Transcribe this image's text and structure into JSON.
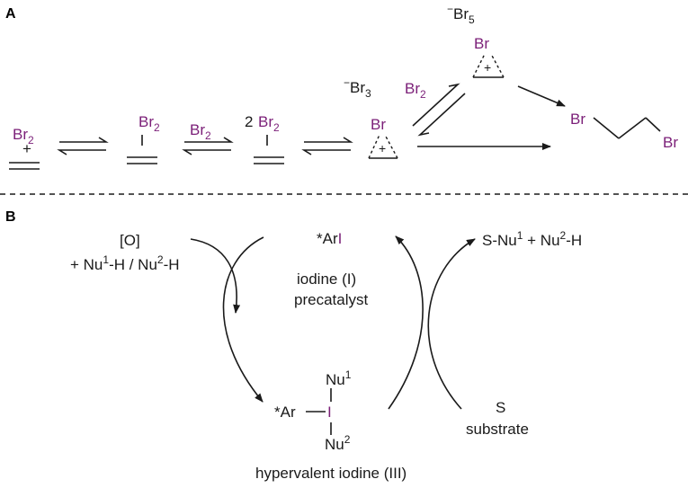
{
  "panels": {
    "a": "A",
    "b": "B"
  },
  "scheme_a": {
    "br2_plus_br": "Br",
    "br2_plus_sub": "2",
    "plus": "+",
    "pi1_br": "Br",
    "pi1_sub": "2",
    "arrow1_reagent_br": "Br",
    "arrow1_reagent_sub": "2",
    "pi2_coef": "2",
    "pi2_br": "Br",
    "pi2_sub": "2",
    "tribromide_minus": "−",
    "tribromide_br": "Br",
    "tribromide_sub": "3",
    "bromonium1_br": "Br",
    "bromonium1_plus": "+",
    "arrow_up_reagent_br": "Br",
    "arrow_up_reagent_sub": "2",
    "pentabromide_minus": "−",
    "pentabromide_br": "Br",
    "pentabromide_sub": "5",
    "bromonium2_br": "Br",
    "bromonium2_plus": "+",
    "product_br_left": "Br",
    "product_br_right": "Br"
  },
  "scheme_b": {
    "oxidant": "[O]",
    "nucleophiles_prefix": "+ Nu",
    "nu1_sup": "1",
    "nucleophiles_mid": "-H / Nu",
    "nu2_sup": "2",
    "nucleophiles_suffix": "-H",
    "precat_ar": "*Ar",
    "precat_i": "I",
    "precat_label_1": "iodine (I)",
    "precat_label_2": "precatalyst",
    "product_prefix": "S-Nu",
    "product_sup1": "1",
    "product_mid": " + Nu",
    "product_sup2": "2",
    "product_suffix": "-H",
    "hv_ar": "*Ar",
    "hv_i": "I",
    "hv_nu1": "Nu",
    "hv_nu1_sup": "1",
    "hv_nu2": "Nu",
    "hv_nu2_sup": "2",
    "hv_label": "hypervalent iodine (III)",
    "substrate_symbol": "S",
    "substrate_label": "substrate"
  },
  "colors": {
    "bromine": "#7b1f78",
    "iodine": "#7b1f78",
    "ink": "#1a1a1a"
  }
}
